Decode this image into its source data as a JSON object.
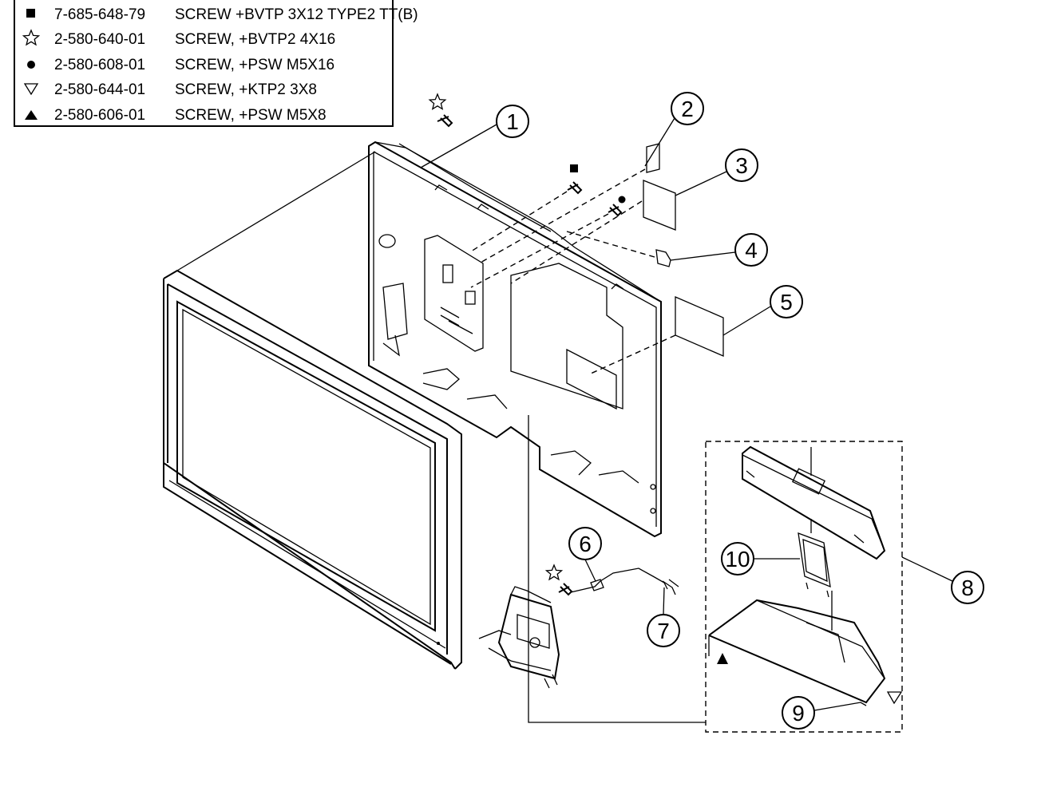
{
  "legend": {
    "rows": [
      {
        "symbol": "filled-square",
        "part_no": "7-685-648-79",
        "desc": "SCREW +BVTP 3X12 TYPE2 TT(B)"
      },
      {
        "symbol": "hollow-star",
        "part_no": "2-580-640-01",
        "desc": "SCREW, +BVTP2 4X16"
      },
      {
        "symbol": "filled-circle",
        "part_no": "2-580-608-01",
        "desc": "SCREW, +PSW M5X16"
      },
      {
        "symbol": "hollow-down-triangle",
        "part_no": "2-580-644-01",
        "desc": "SCREW, +KTP2 3X8"
      },
      {
        "symbol": "filled-up-triangle",
        "part_no": "2-580-606-01",
        "desc": "SCREW, +PSW M5X8"
      }
    ]
  },
  "callouts": {
    "c1": "1",
    "c2": "2",
    "c3": "3",
    "c4": "4",
    "c5": "5",
    "c6": "6",
    "c7": "7",
    "c8": "8",
    "c9": "9",
    "c10": "10"
  }
}
